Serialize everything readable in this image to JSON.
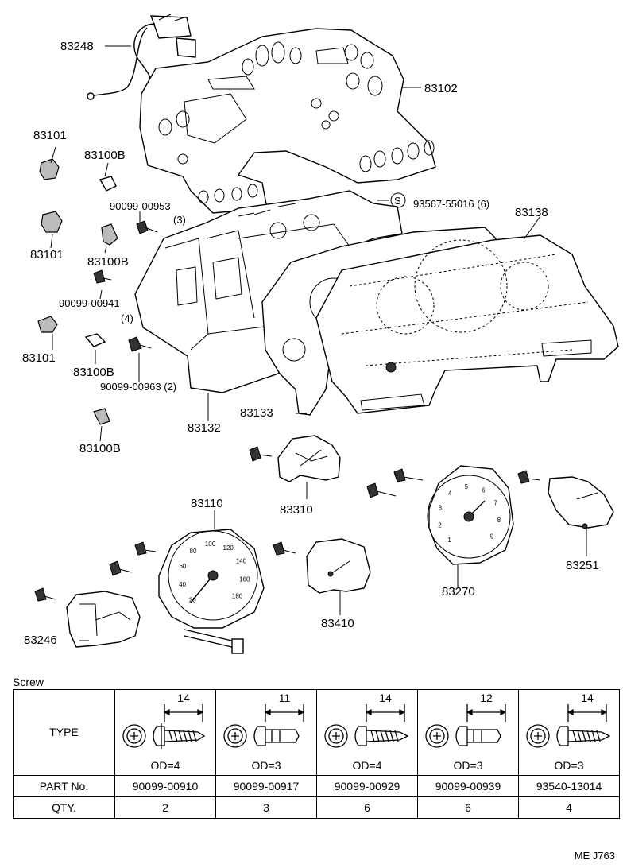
{
  "callouts": {
    "p83248": "83248",
    "p83102": "83102",
    "p83101a": "83101",
    "p83100Ba": "83100B",
    "p83101b": "83101",
    "p83100Bb": "83100B",
    "p90099_00953": "90099-00953",
    "p90099_00953_qty": "(3)",
    "p93567": "93567-55016 (6)",
    "p83138": "83138",
    "p90099_00941": "90099-00941",
    "p90099_00941_qty": "(4)",
    "p83101c": "83101",
    "p83100Bc": "83100B",
    "p90099_00963": "90099-00963 (2)",
    "p83132": "83132",
    "p83133": "83133",
    "p83100Bd": "83100B",
    "p83310": "83310",
    "p83110": "83110",
    "p83251": "83251",
    "p83270": "83270",
    "p83410": "83410",
    "p83246": "83246",
    "s_symbol": "S"
  },
  "screw_table": {
    "caption": "Screw",
    "type_label": "TYPE",
    "part_label": "PART   No.",
    "qty_label": "QTY.",
    "columns": [
      {
        "length": "14",
        "od": "OD=4",
        "part": "90099-00910",
        "qty": "2"
      },
      {
        "length": "11",
        "od": "OD=3",
        "part": "90099-00917",
        "qty": "3"
      },
      {
        "length": "14",
        "od": "OD=4",
        "part": "90099-00929",
        "qty": "6"
      },
      {
        "length": "12",
        "od": "OD=3",
        "part": "90099-00939",
        "qty": "6"
      },
      {
        "length": "14",
        "od": "OD=3",
        "part": "93540-13014",
        "qty": "4"
      }
    ]
  },
  "diagram_code": "ME J763",
  "gauge_marks": {
    "speedo": [
      "20",
      "40",
      "60",
      "80",
      "100",
      "120",
      "140",
      "160",
      "180"
    ],
    "tacho": [
      "1",
      "2",
      "3",
      "4",
      "5",
      "6",
      "7",
      "8",
      "9"
    ]
  }
}
